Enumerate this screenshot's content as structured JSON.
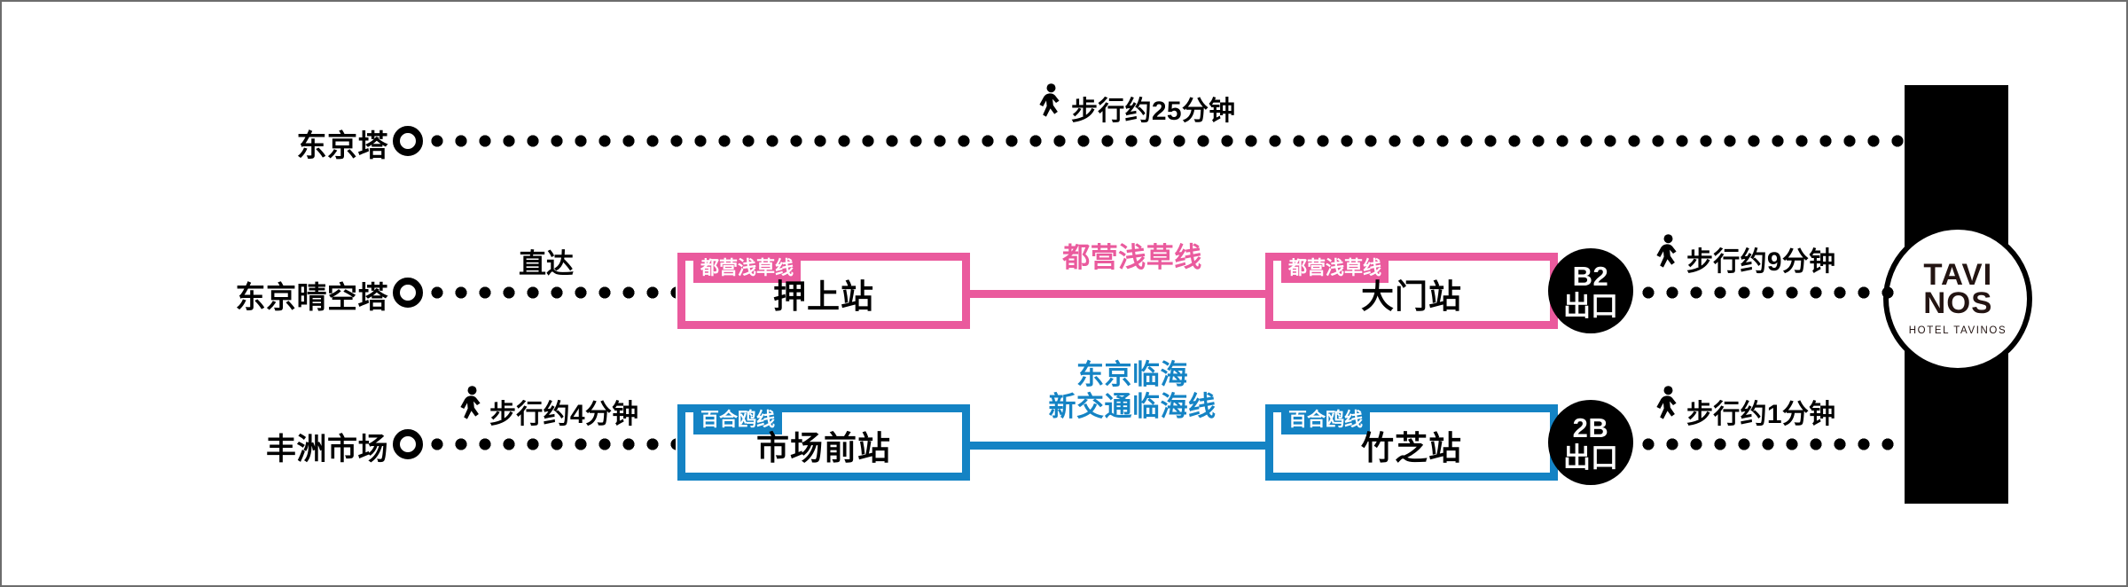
{
  "brand": {
    "logo_line1": "TAVI",
    "logo_line2": "NOS",
    "logo_subtitle": "HOTEL TAVINOS",
    "bar_color": "#000000",
    "logo_text_color": "#231412"
  },
  "palette": {
    "pink": "#EA5A9D",
    "blue": "#1483C4",
    "black": "#000000",
    "white": "#FFFFFF"
  },
  "routes": [
    {
      "origin": "东京塔",
      "origin_marker": "ring-marker",
      "segments": [
        {
          "kind": "walk",
          "icon": "walking-person-icon",
          "note": "步行约25分钟"
        }
      ]
    },
    {
      "origin": "东京晴空塔",
      "origin_marker": "ring-marker",
      "access_note": "直达",
      "line_color": "#EA5A9D",
      "line_label": "都营浅草线",
      "stations": [
        {
          "badge": "都营浅草线",
          "name": "押上站"
        },
        {
          "badge": "都营浅草线",
          "name": "大门站"
        }
      ],
      "exit": {
        "code": "B2",
        "label": "出口"
      },
      "final_walk": {
        "icon": "walking-person-icon",
        "note": "步行约9分钟"
      }
    },
    {
      "origin": "丰洲市场",
      "origin_marker": "ring-marker",
      "access_walk": {
        "icon": "walking-person-icon",
        "note": "步行约4分钟"
      },
      "line_color": "#1483C4",
      "line_label_line1": "东京临海",
      "line_label_line2": "新交通临海线",
      "stations": [
        {
          "badge": "百合鸥线",
          "name": "市场前站"
        },
        {
          "badge": "百合鸥线",
          "name": "竹芝站"
        }
      ],
      "exit": {
        "code": "2B",
        "label": "出口"
      },
      "final_walk": {
        "icon": "walking-person-icon",
        "note": "步行约1分钟"
      }
    }
  ]
}
